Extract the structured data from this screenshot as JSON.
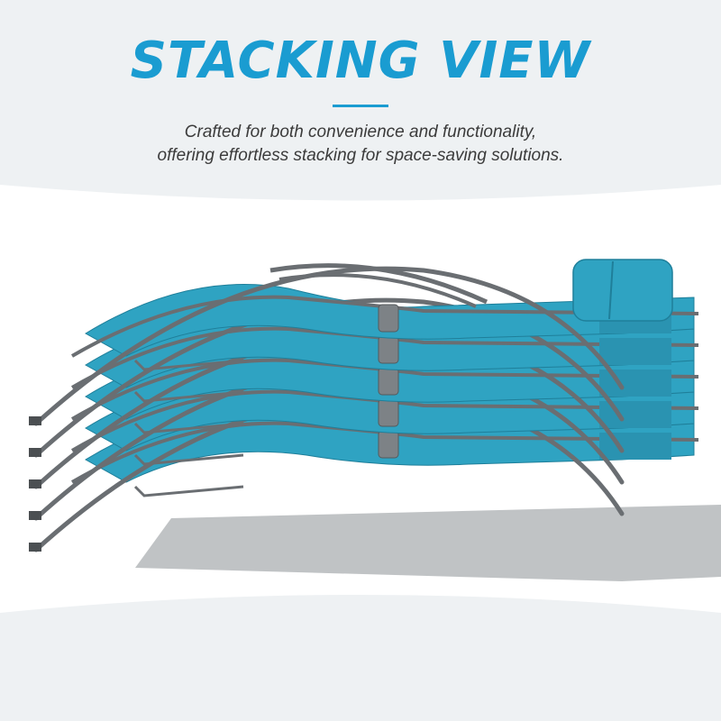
{
  "header": {
    "title": "STACKING VIEW",
    "subtitle_line1": "Crafted for both convenience and functionality,",
    "subtitle_line2": "offering effortless stacking for space-saving solutions."
  },
  "product": {
    "icon": "stacked-chaise-lounges-image",
    "lounger_count": 5,
    "colors": {
      "accent": "#1a9cd1",
      "fabric": "#2fa3c2",
      "frame": "#6a6e72",
      "shadow": "#b9bcbf"
    }
  }
}
